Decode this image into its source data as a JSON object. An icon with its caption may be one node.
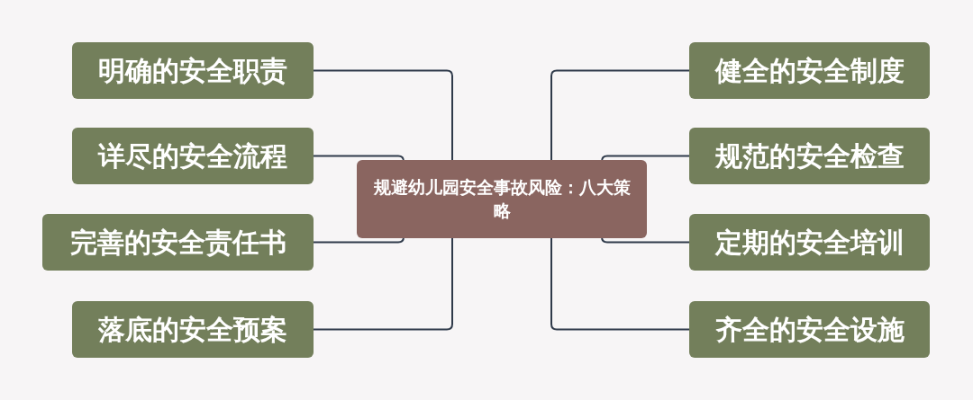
{
  "diagram": {
    "nodes": [
      {
        "text": [
          "规避幼儿园安全事故风险：八大策略"
        ]
      },
      {
        "text": [
          "明确的安全职责"
        ]
      },
      {
        "text": [
          "详尽的安全流程"
        ]
      },
      {
        "text": [
          "完善的安全责任书"
        ]
      },
      {
        "text": [
          "落底的安全预案"
        ]
      },
      {
        "text": [
          "健全的安全制度"
        ]
      },
      {
        "text": [
          "规范的安全检查"
        ]
      },
      {
        "text": [
          "定期的安全培训"
        ]
      },
      {
        "text": [
          "齐全的安全设施"
        ]
      }
    ],
    "edges": [
      {
        "from": 0,
        "to": 1,
        "arrow": "none"
      },
      {
        "from": 0,
        "to": 2,
        "arrow": "none"
      },
      {
        "from": 0,
        "to": 3,
        "arrow": "none"
      },
      {
        "from": 0,
        "to": 4,
        "arrow": "none"
      },
      {
        "from": 0,
        "to": 5,
        "arrow": "none"
      },
      {
        "from": 0,
        "to": 6,
        "arrow": "none"
      },
      {
        "from": 0,
        "to": 7,
        "arrow": "none"
      },
      {
        "from": 0,
        "to": 8,
        "arrow": "none"
      }
    ]
  }
}
